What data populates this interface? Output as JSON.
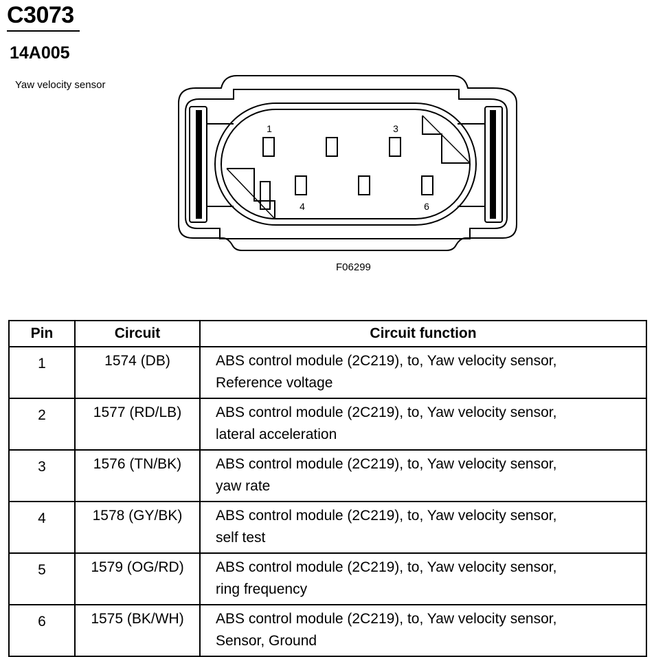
{
  "header": {
    "connector_id": "C3073",
    "part_number": "14A005",
    "component_name": "Yaw velocity sensor"
  },
  "diagram": {
    "figure_code": "F06299",
    "pin_labels": [
      "1",
      "3",
      "4",
      "6"
    ]
  },
  "table": {
    "headers": [
      "Pin",
      "Circuit",
      "Circuit function"
    ],
    "rows": [
      {
        "pin": "1",
        "circuit": "1574 (DB)",
        "function_line1": "ABS control module (2C219), to, Yaw velocity sensor,",
        "function_line2": "Reference voltage"
      },
      {
        "pin": "2",
        "circuit": "1577 (RD/LB)",
        "function_line1": "ABS control module (2C219), to, Yaw velocity sensor,",
        "function_line2": "lateral acceleration"
      },
      {
        "pin": "3",
        "circuit": "1576 (TN/BK)",
        "function_line1": "ABS control module (2C219), to, Yaw velocity sensor,",
        "function_line2": "yaw rate"
      },
      {
        "pin": "4",
        "circuit": "1578 (GY/BK)",
        "function_line1": "ABS control module (2C219), to, Yaw velocity sensor,",
        "function_line2": "self test"
      },
      {
        "pin": "5",
        "circuit": "1579 (OG/RD)",
        "function_line1": "ABS control module (2C219), to, Yaw velocity sensor,",
        "function_line2": "ring frequency"
      },
      {
        "pin": "6",
        "circuit": "1575 (BK/WH)",
        "function_line1": "ABS control module (2C219), to, Yaw velocity sensor,",
        "function_line2": "Sensor, Ground"
      }
    ]
  }
}
